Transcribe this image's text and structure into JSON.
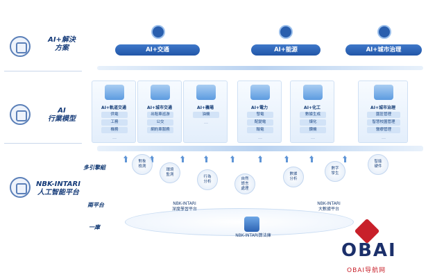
{
  "left": {
    "solutions_label": "AI+解決\n方案",
    "models_label": "AI\n行業模型",
    "platform_label": "NBK-INTARI\n人工智能平台",
    "sub_engines": "多引擎組",
    "sub_platforms": "兩平台",
    "sub_library": "一庫"
  },
  "solutions": [
    "AI+交通",
    "AI+能源",
    "AI+城市治理"
  ],
  "models": [
    {
      "title": "AI+軌道交通",
      "items": [
        "供電",
        "工務",
        "機務",
        "…"
      ]
    },
    {
      "title": "AI+城市交通",
      "items": [
        "出租車巡游",
        "公交",
        "網約車服務"
      ]
    },
    {
      "title": "AI+機場",
      "items": [
        "油機",
        "…"
      ]
    },
    {
      "title": "AI+電力",
      "items": [
        "發電",
        "配變電",
        "輸電",
        "…"
      ]
    },
    {
      "title": "AI+化工",
      "items": [
        "數據生成",
        "煉化",
        "鑽機",
        "…"
      ]
    },
    {
      "title": "AI+城市治理",
      "items": [
        "園區管理",
        "智慧校園管理",
        "醫療管理",
        "…"
      ]
    }
  ],
  "engines": [
    "對象\n檢測",
    "環境\n監測",
    "行為\n分析",
    "自然\n語言\n處理",
    "數據\n分析",
    "數字\n孿生",
    "智能\n硬件"
  ],
  "platforms": {
    "left_title": "NBK-INTARI",
    "left_sub": "深度學習平台",
    "right_title": "NBK-INTARI",
    "right_sub": "大數據平台",
    "library": "NBK-INTARI算法庫"
  },
  "watermark": {
    "logo": "OBAI",
    "caption": "OBAI导航网"
  },
  "colors": {
    "primary": "#2156a8",
    "accent_red": "#c8202a",
    "light_blue": "#d2e3f7"
  }
}
